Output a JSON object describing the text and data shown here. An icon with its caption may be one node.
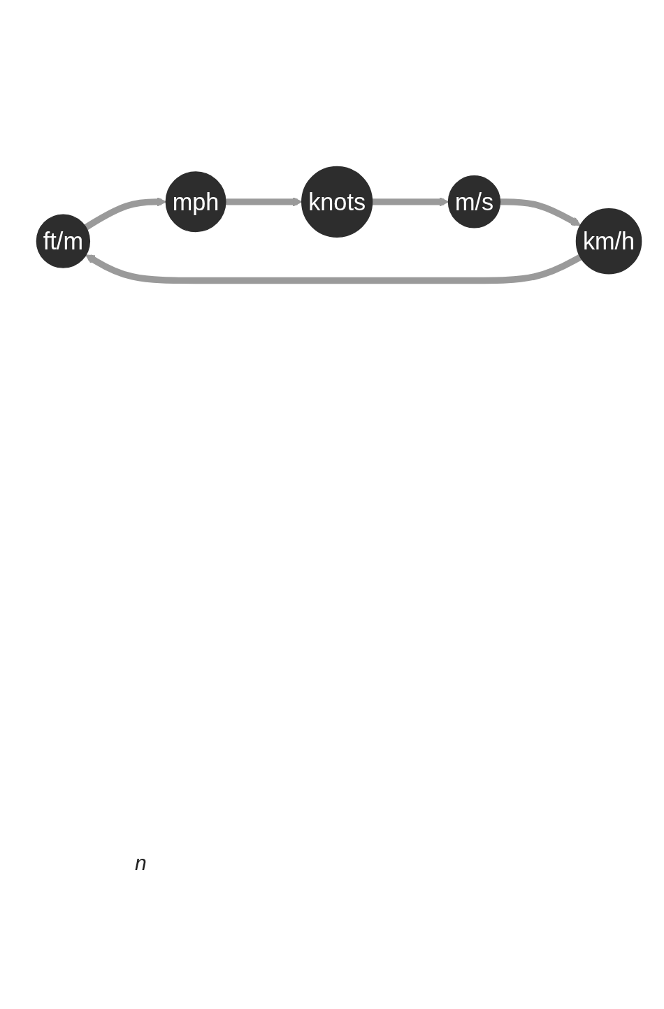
{
  "diagram": {
    "nodes": [
      {
        "text": [
          "ft/m"
        ]
      },
      {
        "text": [
          "mph"
        ]
      },
      {
        "text": [
          "knots"
        ]
      },
      {
        "text": [
          "m/s"
        ]
      },
      {
        "text": [
          "km/h"
        ]
      }
    ],
    "edges": [
      {
        "from": 0,
        "to": 1,
        "arrow": "to"
      },
      {
        "from": 1,
        "to": 2,
        "arrow": "to"
      },
      {
        "from": 2,
        "to": 3,
        "arrow": "to"
      },
      {
        "from": 3,
        "to": 4,
        "arrow": "to"
      },
      {
        "from": 4,
        "to": 0,
        "arrow": "to"
      }
    ],
    "labels": [
      "n"
    ]
  }
}
